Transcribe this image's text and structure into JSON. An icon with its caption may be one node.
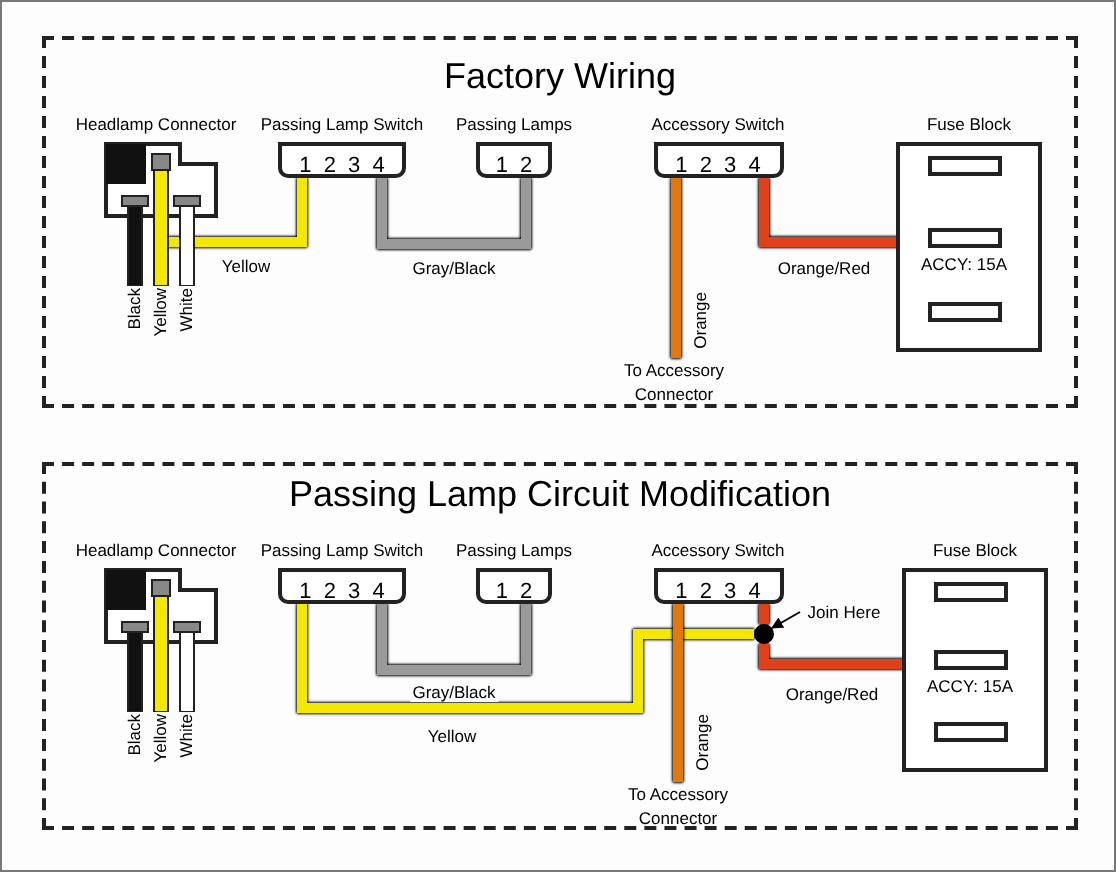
{
  "diagram": {
    "nodes": [
      {
        "text": [
          "Factory Wiring"
        ]
      },
      {
        "text": [
          "Headlamp Connector"
        ],
        "in": 0
      },
      {
        "text": [
          "Passing Lamp Switch",
          "1 2 3 4"
        ],
        "in": 0
      },
      {
        "text": [
          "Passing Lamps",
          "1 2"
        ],
        "in": 0
      },
      {
        "text": [
          "Accessory Switch",
          "1 2 3 4"
        ],
        "in": 0
      },
      {
        "text": [
          "Fuse Block"
        ],
        "in": 0
      },
      {
        "text": [],
        "shape": "box",
        "in": 5
      },
      {
        "text": [],
        "shape": "box",
        "in": 5,
        "beside": [
          "ACCY: 15A"
        ]
      },
      {
        "text": [],
        "shape": "box",
        "in": 5
      },
      {
        "text": [
          "To Accessory Connector"
        ],
        "in": 0
      },
      {
        "text": [
          "Passing Lamp Circuit Modification"
        ]
      },
      {
        "text": [
          "Headlamp Connector"
        ],
        "in": 10
      },
      {
        "text": [
          "Passing Lamp Switch",
          "1 2 3 4"
        ],
        "in": 10
      },
      {
        "text": [
          "Passing Lamps",
          "1 2"
        ],
        "in": 10
      },
      {
        "text": [
          "Accessory Switch",
          "1 2 3 4"
        ],
        "in": 10
      },
      {
        "text": [
          "Fuse Block"
        ],
        "in": 10
      },
      {
        "text": [],
        "shape": "box",
        "in": 15
      },
      {
        "text": [],
        "shape": "box",
        "in": 15,
        "beside": [
          "ACCY: 15A"
        ]
      },
      {
        "text": [],
        "shape": "box",
        "in": 15
      },
      {
        "text": [
          "To Accessory Connector"
        ],
        "in": 10
      },
      {
        "text": [],
        "shape": "circle",
        "in": 10
      },
      {
        "text": [
          "Join Here"
        ],
        "in": 10
      }
    ],
    "edges": [
      {
        "from": 1,
        "to": 2,
        "arrow": "none",
        "label": "Yellow",
        "color": "#f5e800"
      },
      {
        "from": 2,
        "to": 3,
        "arrow": "none",
        "label": "Gray/Black",
        "color": "#9a9a9a"
      },
      {
        "from": 4,
        "to": 9,
        "arrow": "none",
        "label": "Orange",
        "color": "#e07a10"
      },
      {
        "from": 4,
        "to": 7,
        "arrow": "none",
        "label": "Orange/Red",
        "color": "#e0401a"
      },
      {
        "from": 12,
        "to": 13,
        "arrow": "none",
        "label": "Gray/Black",
        "color": "#9a9a9a"
      },
      {
        "from": 12,
        "to": 20,
        "arrow": "none",
        "label": "Yellow",
        "color": "#f5e800"
      },
      {
        "from": 14,
        "to": 19,
        "arrow": "none",
        "label": "Orange",
        "color": "#e07a10"
      },
      {
        "from": 14,
        "to": 20,
        "arrow": "none",
        "color": "#e0401a"
      },
      {
        "from": 20,
        "to": 17,
        "arrow": "none",
        "label": "Orange/Red",
        "color": "#e0401a"
      },
      {
        "from": 21,
        "to": 20,
        "arrow": "to",
        "color": "#000000"
      }
    ],
    "labels": [
      "Black",
      "Yellow",
      "White",
      "Black",
      "Yellow",
      "White"
    ]
  }
}
